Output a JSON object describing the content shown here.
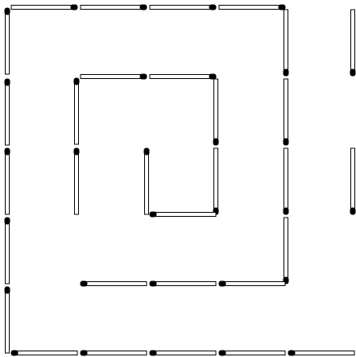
{
  "puzzle": {
    "stick_color": "#ffffff",
    "outline_color": "#000000",
    "head_color": "#000000",
    "matchsticks": [
      {
        "id": "s1",
        "orientation": "horizontal",
        "head": "right"
      },
      {
        "id": "s2",
        "orientation": "horizontal",
        "head": "right"
      },
      {
        "id": "s3",
        "orientation": "horizontal",
        "head": "right"
      },
      {
        "id": "s4",
        "orientation": "horizontal",
        "head": "right"
      },
      {
        "id": "s5",
        "orientation": "vertical",
        "head": "bottom"
      },
      {
        "id": "s6",
        "orientation": "vertical",
        "head": "bottom"
      },
      {
        "id": "s7",
        "orientation": "vertical",
        "head": "bottom"
      },
      {
        "id": "s8",
        "orientation": "vertical",
        "head": "bottom"
      },
      {
        "id": "s9",
        "orientation": "vertical",
        "head": "top"
      },
      {
        "id": "s10",
        "orientation": "vertical",
        "head": "top"
      },
      {
        "id": "s11",
        "orientation": "vertical",
        "head": "top"
      },
      {
        "id": "s12",
        "orientation": "vertical",
        "head": "top"
      },
      {
        "id": "s13",
        "orientation": "vertical",
        "head": "top"
      },
      {
        "id": "s14",
        "orientation": "horizontal",
        "head": "left"
      },
      {
        "id": "s15",
        "orientation": "horizontal",
        "head": "left"
      },
      {
        "id": "s16",
        "orientation": "horizontal",
        "head": "left"
      },
      {
        "id": "s17",
        "orientation": "horizontal",
        "head": "left"
      },
      {
        "id": "s18",
        "orientation": "horizontal",
        "head": "left"
      },
      {
        "id": "s19",
        "orientation": "horizontal",
        "head": "right"
      },
      {
        "id": "s20",
        "orientation": "horizontal",
        "head": "right"
      },
      {
        "id": "s21",
        "orientation": "vertical",
        "head": "bottom"
      },
      {
        "id": "s22",
        "orientation": "vertical",
        "head": "bottom"
      },
      {
        "id": "s23",
        "orientation": "vertical",
        "head": "top"
      },
      {
        "id": "s24",
        "orientation": "vertical",
        "head": "top"
      },
      {
        "id": "s25",
        "orientation": "horizontal",
        "head": "left"
      },
      {
        "id": "s26",
        "orientation": "horizontal",
        "head": "left"
      },
      {
        "id": "s27",
        "orientation": "horizontal",
        "head": "left"
      },
      {
        "id": "s28",
        "orientation": "vertical",
        "head": "bottom"
      },
      {
        "id": "s29",
        "orientation": "vertical",
        "head": "bottom"
      },
      {
        "id": "s30",
        "orientation": "vertical",
        "head": "top"
      },
      {
        "id": "s31",
        "orientation": "horizontal",
        "head": "left"
      }
    ]
  }
}
